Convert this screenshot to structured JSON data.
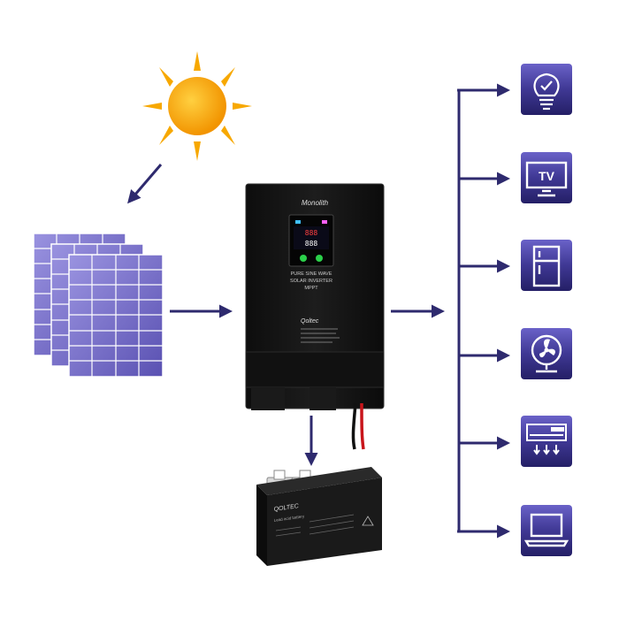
{
  "inverter": {
    "brand": "Monolith",
    "model_line1": "PURE SINE WAVE",
    "model_line2": "SOLAR INVERTER",
    "model_line3": "MPPT",
    "display_top": "888",
    "display_bottom": "888",
    "badge_brand": "Qoltec"
  },
  "battery": {
    "brand": "QOLTEC",
    "label": "Lead acid battery"
  },
  "appliances": [
    {
      "id": "lightbulb",
      "icon": "lightbulb-icon"
    },
    {
      "id": "tv",
      "icon": "tv-icon",
      "text": "TV"
    },
    {
      "id": "fridge",
      "icon": "fridge-icon"
    },
    {
      "id": "fan",
      "icon": "fan-icon"
    },
    {
      "id": "air-conditioner",
      "icon": "air-conditioner-icon"
    },
    {
      "id": "laptop",
      "icon": "laptop-icon"
    }
  ],
  "colors": {
    "arrow": "#2e2a6e",
    "tile_top": "#5b54b8",
    "tile_bottom": "#2a2472",
    "sun": "#f7a800",
    "panel": "#6c63c4",
    "inverter": "#151515"
  }
}
